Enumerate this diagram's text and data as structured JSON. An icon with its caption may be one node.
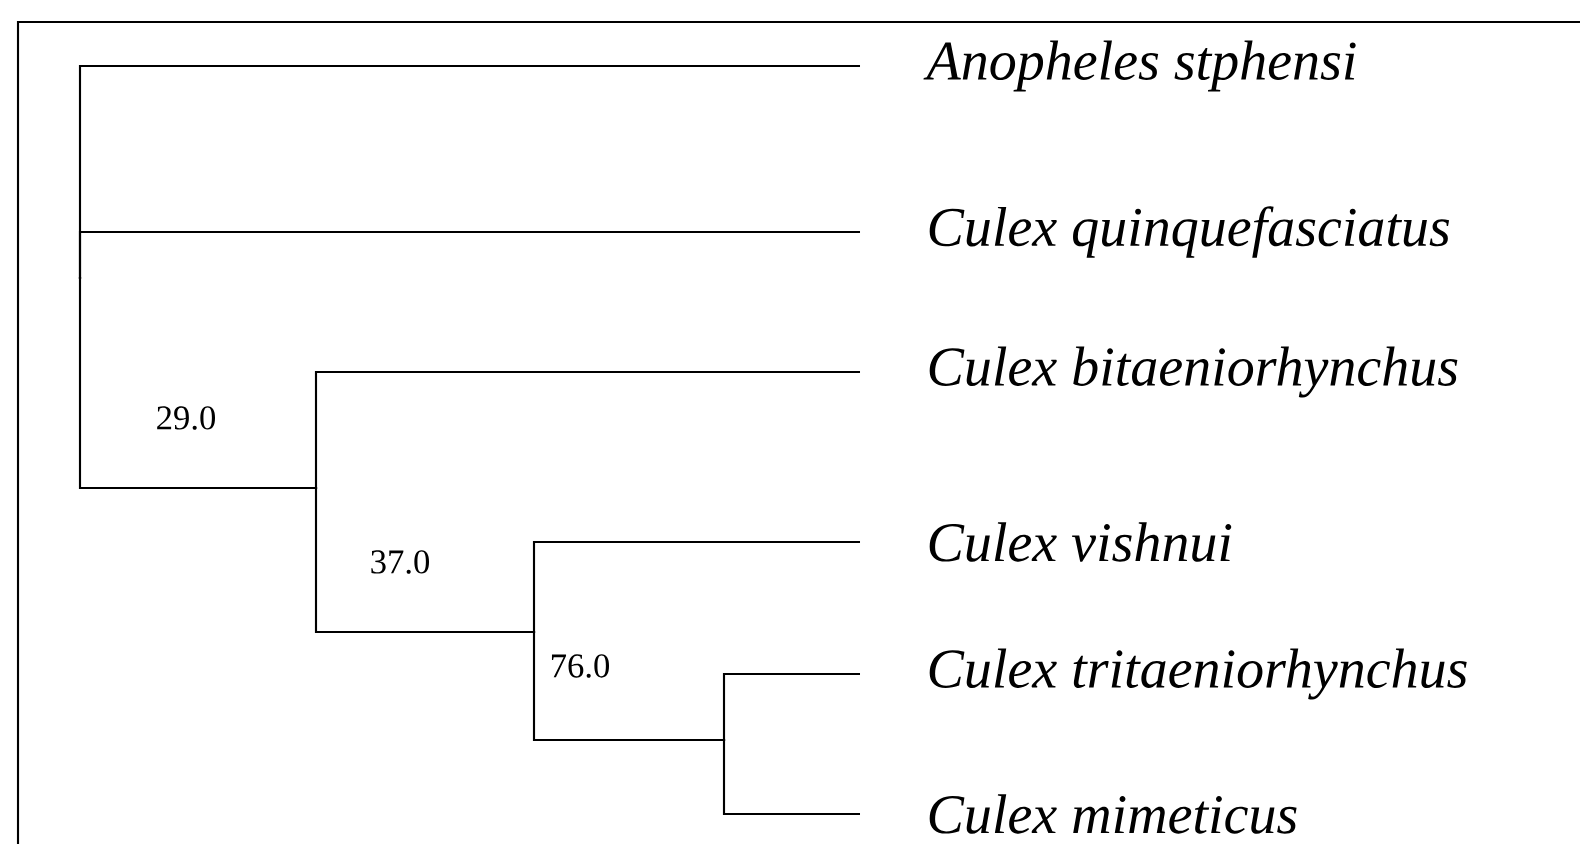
{
  "diagram": {
    "nodes": [
      {
        "text": [
          "*Anopheles stphensi*"
        ]
      },
      {
        "text": [
          "*Culex quinquefasciatus*"
        ]
      },
      {
        "text": [
          "*Culex bitaeniorhynchus*"
        ]
      },
      {
        "text": [
          "*Culex vishnui*"
        ]
      },
      {
        "text": [
          "*Culex tritaeniorhynchus*"
        ]
      },
      {
        "text": [
          "*Culex mimeticus*"
        ]
      },
      {
        "text": [],
        "shape": "point"
      },
      {
        "text": [],
        "shape": "point"
      },
      {
        "text": [],
        "shape": "point"
      },
      {
        "text": [],
        "shape": "point"
      }
    ],
    "edges": [
      {
        "from": 6,
        "to": 0,
        "arrow": "none"
      },
      {
        "from": 6,
        "to": 1,
        "arrow": "none"
      },
      {
        "from": 6,
        "to": 7,
        "arrow": "none",
        "label": "29.0"
      },
      {
        "from": 7,
        "to": 2,
        "arrow": "none"
      },
      {
        "from": 7,
        "to": 8,
        "arrow": "none",
        "label": "37.0"
      },
      {
        "from": 8,
        "to": 3,
        "arrow": "none"
      },
      {
        "from": 8,
        "to": 9,
        "arrow": "none",
        "label": "76.0"
      },
      {
        "from": 9,
        "to": 4,
        "arrow": "none"
      },
      {
        "from": 9,
        "to": 5,
        "arrow": "none"
      }
    ]
  }
}
